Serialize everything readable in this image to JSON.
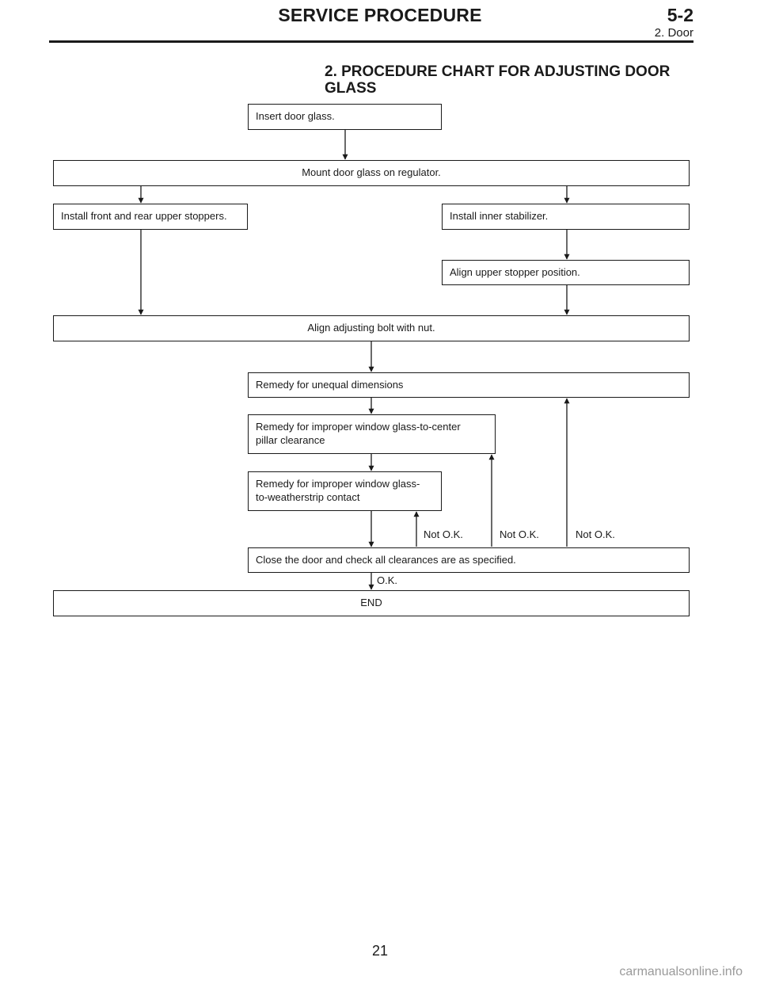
{
  "header": {
    "title": "SERVICE PROCEDURE",
    "section": "5-2",
    "subsection": "2. Door"
  },
  "chart_title": "2. PROCEDURE CHART FOR ADJUSTING DOOR GLASS",
  "steps": {
    "insert": "Insert door glass.",
    "mount": "Mount door glass on regulator.",
    "stoppers": "Install front and rear upper stoppers.",
    "stabilizer": "Install inner stabilizer.",
    "align_stopper": "Align upper stopper position.",
    "align_bolt": "Align adjusting bolt with nut.",
    "remedy_dims": "Remedy for unequal dimensions",
    "remedy_pillar": "Remedy for improper window glass-to-center pillar clearance",
    "remedy_strip": "Remedy for improper window glass-to-weatherstrip contact",
    "check": "Close the door and check all clearances are as specified.",
    "end": "END"
  },
  "labels": {
    "not_ok": "Not O.K.",
    "ok": "O.K."
  },
  "page_number": "21",
  "watermark": "carmanualsonline.info"
}
